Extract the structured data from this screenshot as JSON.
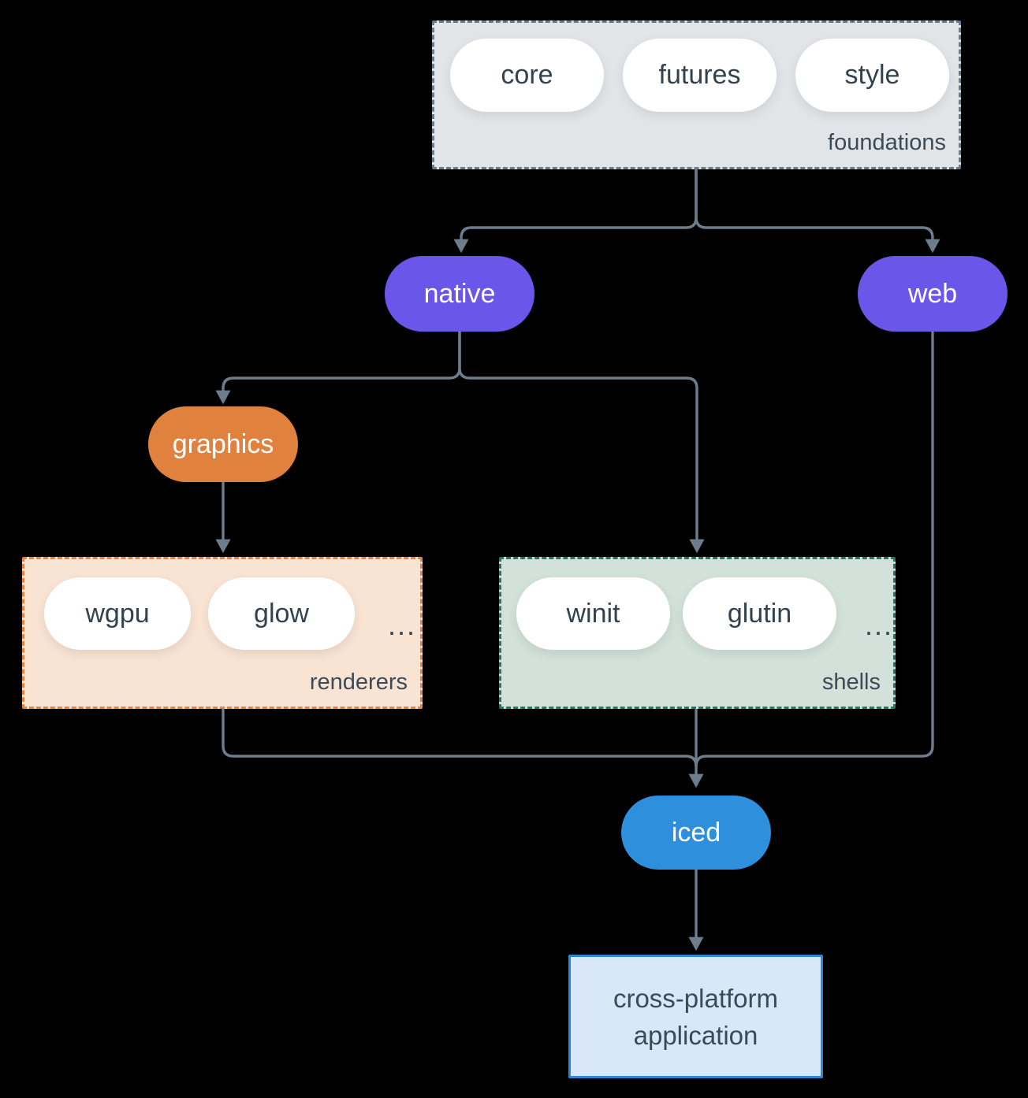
{
  "diagram": {
    "foundations": {
      "label": "foundations",
      "pills": [
        "core",
        "futures",
        "style"
      ]
    },
    "native": "native",
    "web": "web",
    "graphics": "graphics",
    "renderers": {
      "label": "renderers",
      "pills": [
        "wgpu",
        "glow"
      ],
      "more": "..."
    },
    "shells": {
      "label": "shells",
      "pills": [
        "winit",
        "glutin"
      ],
      "more": "..."
    },
    "iced": "iced",
    "application": {
      "lines": [
        "cross-platform",
        "application"
      ]
    }
  },
  "colors": {
    "bg": "#000000",
    "arrow": "#6d7d8d",
    "text_dark": "#33424e",
    "label": "#3c4b57",
    "purple": "#6a57ea",
    "orange": "#e0813e",
    "blue": "#2e8fdc",
    "pill_bg": "#ffffff",
    "foundations_bg": "#e1e5e8",
    "foundations_border": "#6b7a89",
    "renderers_bg": "#f9e3d3",
    "renderers_border": "#e8833d",
    "shells_bg": "#d2e1d9",
    "shells_border": "#207a66",
    "app_bg": "#d8e8f8",
    "app_border": "#2d87d8"
  }
}
